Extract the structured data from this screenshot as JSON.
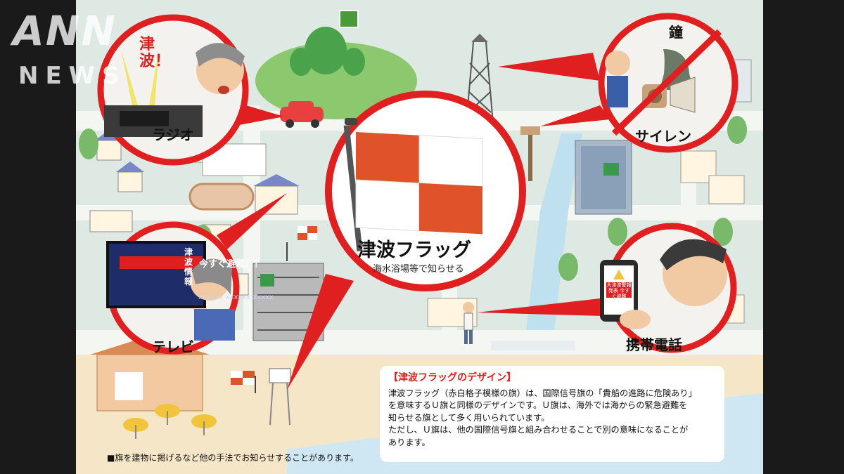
{
  "watermark": {
    "brand": "ANN",
    "sub": "NEWS"
  },
  "circles": {
    "radio": {
      "label": "ラジオ",
      "shout": "津波！"
    },
    "bell_siren": {
      "bell_label": "鐘",
      "siren_label": "サイレン"
    },
    "tv": {
      "label": "テレビ",
      "banner": "今すぐ避難！！",
      "side_text": "津波情報",
      "ticker": "xxxxxx  xxxxxx  xxxxx"
    },
    "phone": {
      "label": "携帯電話",
      "screen_text": "大津波警報 発表 今すぐ避難"
    },
    "flag": {
      "title": "津波フラッグ",
      "subtitle": "海水浴場等で知らせる"
    }
  },
  "info": {
    "title": "【津波フラッグのデザイン】",
    "lines": [
      "津波フラッグ（赤白格子模様の旗）は、国際信号旗の「貴船の進路に危険あり」",
      "を意味するＵ旗と同様のデザインです。Ｕ旗は、海外では海からの緊急避難を",
      "知らせる旗として多く用いられています。",
      "ただし、Ｕ旗は、他の国際信号旗と組み合わせることで別の意味になることが",
      "あります。"
    ]
  },
  "note": "■旗を建物に掲げるなど他の手法でお知らせすることがあります。",
  "colors": {
    "red": "#e02020",
    "flag_red": "#e0522a",
    "land": "#dfe9e3",
    "road": "#f4f6f2",
    "sand": "#f6e6c8",
    "river": "#bfe0ee"
  }
}
